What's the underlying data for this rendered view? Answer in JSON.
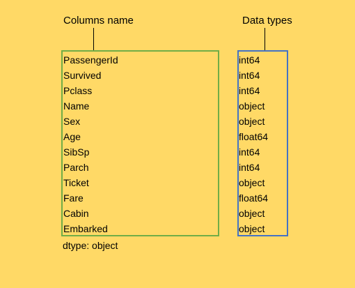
{
  "headers": {
    "columns_title": "Columns name",
    "dtypes_title": "Data types"
  },
  "columns": [
    "PassengerId",
    "Survived",
    "Pclass",
    "Name",
    "Sex",
    "Age",
    "SibSp",
    "Parch",
    "Ticket",
    "Fare",
    "Cabin",
    "Embarked"
  ],
  "dtypes": [
    "int64",
    "int64",
    "int64",
    "object",
    "object",
    "float64",
    "int64",
    "int64",
    "object",
    "float64",
    "object",
    "object"
  ],
  "footer": "dtype: object",
  "colors": {
    "background": "#FFD966",
    "columns_box_border": "#70AD47",
    "dtypes_box_border": "#4472C4"
  }
}
